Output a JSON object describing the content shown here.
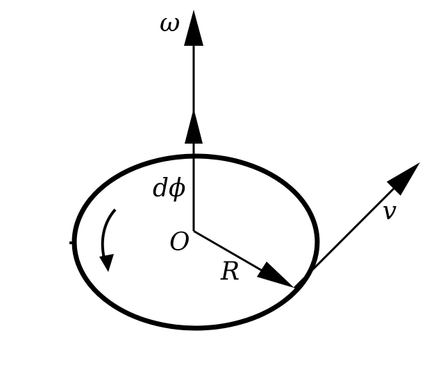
{
  "labels": {
    "omega": "ω",
    "dphi": "dϕ",
    "origin": "O",
    "radius": "R",
    "velocity": "v"
  },
  "colors": {
    "ink": "#000000",
    "background": "#ffffff"
  }
}
